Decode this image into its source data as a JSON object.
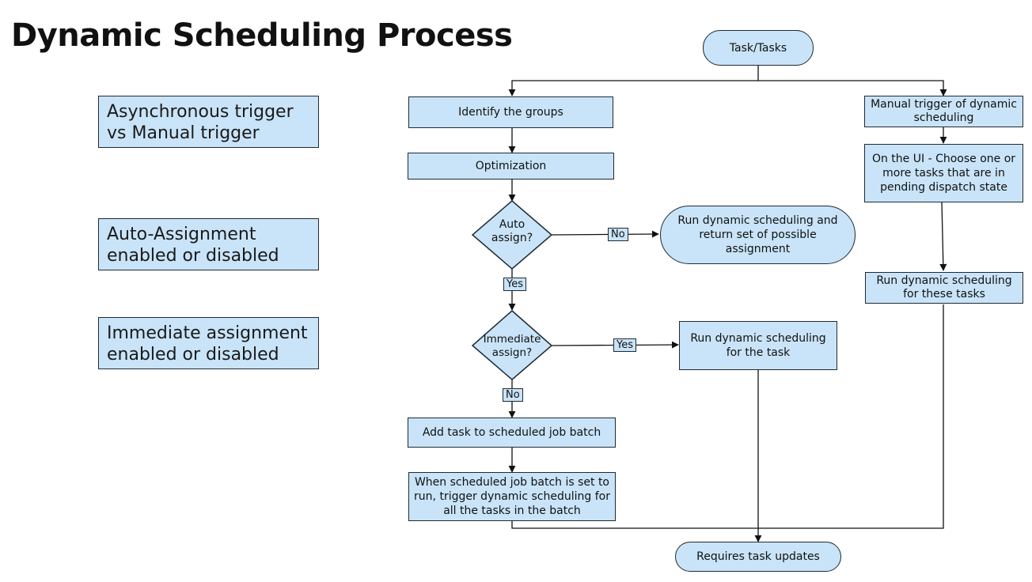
{
  "title": "Dynamic Scheduling Process",
  "side_notes": [
    "Asynchronous trigger vs Manual trigger",
    "Auto-Assignment enabled or disabled",
    "Immediate assignment enabled or disabled"
  ],
  "nodes": {
    "start": "Task/Tasks",
    "identify": "Identify the groups",
    "optimization": "Optimization",
    "auto_assign": "Auto assign?",
    "run_possible": "Run dynamic scheduling and return set of possible assignment",
    "immediate_assign": "Immediate assign?",
    "run_task": "Run dynamic scheduling for the task",
    "add_batch": "Add task to scheduled job batch",
    "batch_run": "When scheduled job batch is set to run, trigger dynamic scheduling for all the tasks in the batch",
    "manual_trigger": "Manual trigger of dynamic scheduling",
    "choose_tasks": "On the UI - Choose one or more tasks that are in pending dispatch state",
    "run_these": "Run dynamic scheduling for these tasks",
    "end": "Requires task updates"
  },
  "edge_labels": {
    "auto_no": "No",
    "auto_yes": "Yes",
    "immediate_yes": "Yes",
    "immediate_no": "No"
  },
  "colors": {
    "box_fill": "#c9e4f8",
    "border": "#1f2a33",
    "text": "#111111"
  }
}
